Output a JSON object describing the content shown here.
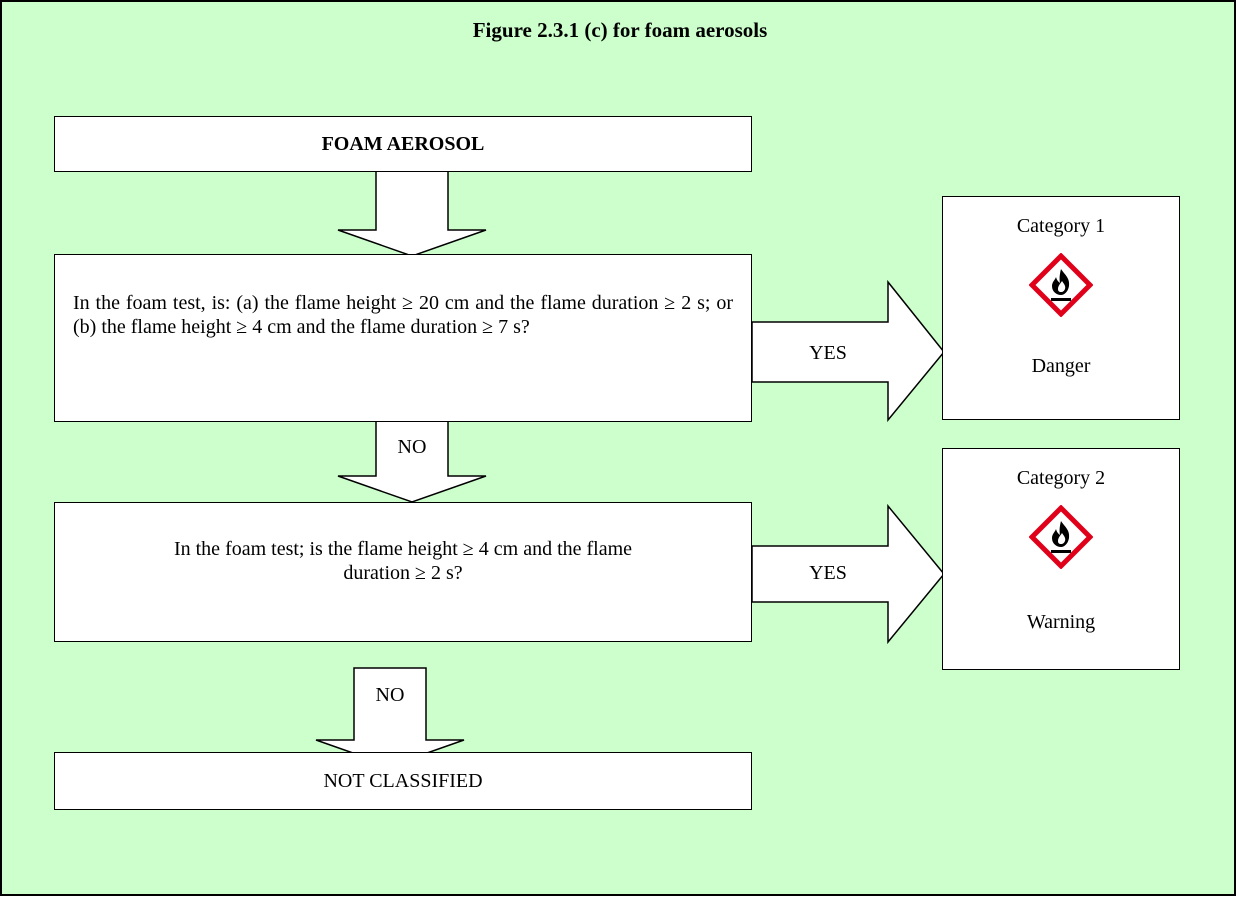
{
  "title": "Figure 2.3.1 (c) for foam aerosols",
  "start": "FOAM AEROSOL",
  "question1": "In the foam test, is: (a) the flame height ≥ 20 cm and the flame duration ≥ 2 s; or (b) the flame height ≥ 4 cm and the flame duration ≥ 7 s?",
  "question2_line1": "In the foam test; is the flame height ≥ 4 cm and the flame",
  "question2_line2": "duration ≥ 2 s?",
  "yes1": "YES",
  "no1": "NO",
  "yes2": "YES",
  "no2": "NO",
  "result_not_classified": "NOT CLASSIFIED",
  "category1": {
    "title": "Category 1",
    "signal_word": "Danger",
    "icon": "flame-pictogram-icon"
  },
  "category2": {
    "title": "Category 2",
    "signal_word": "Warning",
    "icon": "flame-pictogram-icon"
  },
  "colors": {
    "background": "#ccffcc",
    "pictogram_border": "#e0001a"
  }
}
